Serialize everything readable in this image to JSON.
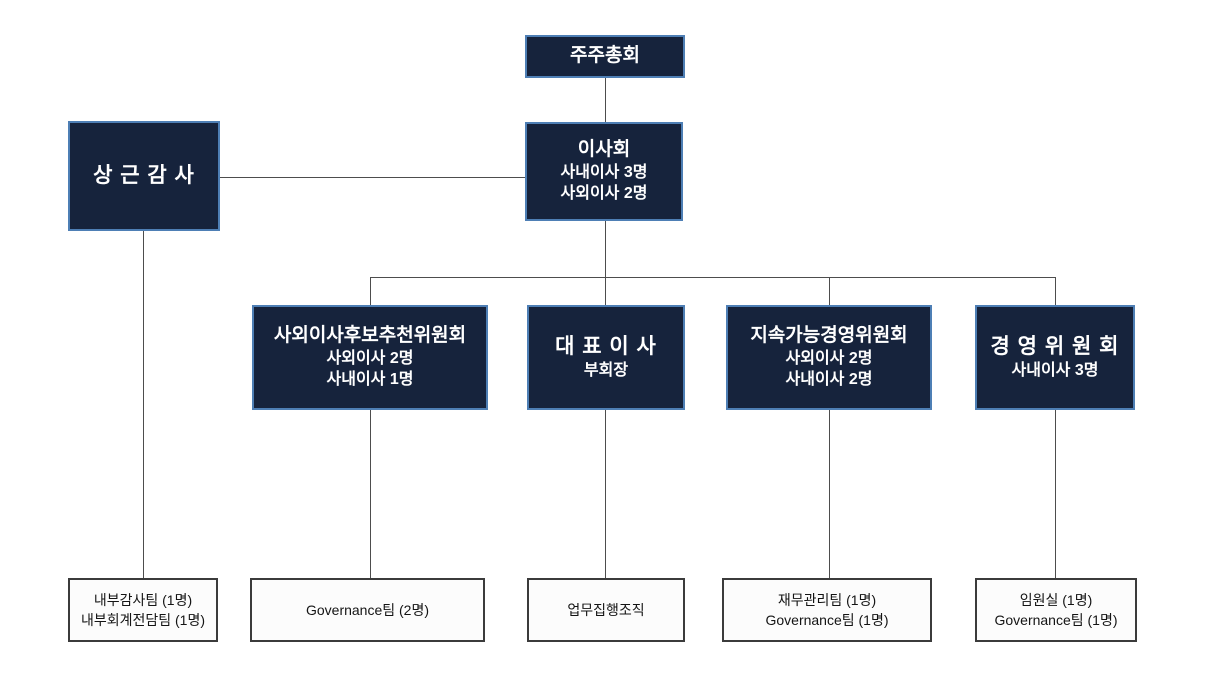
{
  "colors": {
    "node_fill": "#16233c",
    "node_border": "#4e7fb5",
    "node_text": "#ffffff",
    "team_fill": "#fcfcfc",
    "team_border": "#3b3b3b",
    "team_text": "#141414",
    "connector": "#4d4d4d",
    "background": "#ffffff"
  },
  "chart": {
    "shareholders": {
      "title": "주주총회"
    },
    "board": {
      "title": "이사회",
      "lines": [
        "사내이사 3명",
        "사외이사 2명"
      ]
    },
    "auditor": {
      "title": "상 근 감 사"
    },
    "committees": [
      {
        "title": "사외이사후보추천위원회",
        "lines": [
          "사외이사 2명",
          "사내이사 1명"
        ]
      },
      {
        "title": "대 표 이 사",
        "lines": [
          "부회장"
        ]
      },
      {
        "title": "지속가능경영위원회",
        "lines": [
          "사외이사 2명",
          "사내이사 2명"
        ]
      },
      {
        "title": "경 영 위 원 회",
        "lines": [
          "사내이사 3명"
        ]
      }
    ],
    "teams": [
      {
        "lines": [
          "내부감사팀 (1명)",
          "내부회계전담팀 (1명)"
        ]
      },
      {
        "lines": [
          "Governance팀 (2명)"
        ]
      },
      {
        "lines": [
          "업무집행조직"
        ]
      },
      {
        "lines": [
          "재무관리팀 (1명)",
          "Governance팀 (1명)"
        ]
      },
      {
        "lines": [
          "임원실 (1명)",
          "Governance팀 (1명)"
        ]
      }
    ]
  }
}
